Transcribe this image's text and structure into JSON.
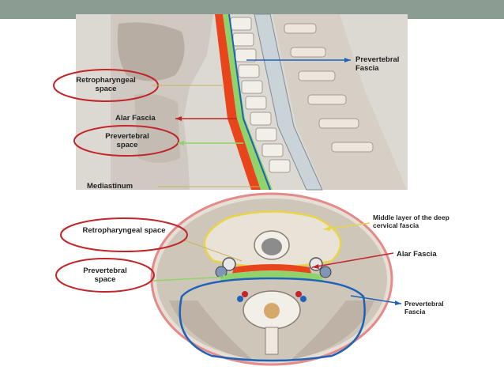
{
  "slide": {
    "header_color": "#8b9d93",
    "ellipse_color": "#c0262a"
  },
  "sagittal": {
    "labels": {
      "retropharyngeal": "Retropharyngeal space",
      "alar_fascia": "Alar Fascia",
      "prevertebral_space": "Prevertebral space",
      "mediastinum": "Mediastinum",
      "prevertebral_fascia": "Prevertebral Fascia"
    }
  },
  "axial": {
    "labels": {
      "retropharyngeal": "Retropharyngeal space",
      "prevertebral_space": "Prevertebral space",
      "middle_layer": "Middle layer of the deep cervical fascia",
      "alar_fascia": "Alar Fascia",
      "prevertebral_fascia": "Prevertebral Fascia"
    }
  },
  "colors": {
    "alar_fascia": "#e8451c",
    "prevertebral_space": "#8fd36a",
    "prevertebral_fascia": "#1e63b8",
    "middle_layer": "#e8d44a",
    "skin": "#e58a8a"
  }
}
